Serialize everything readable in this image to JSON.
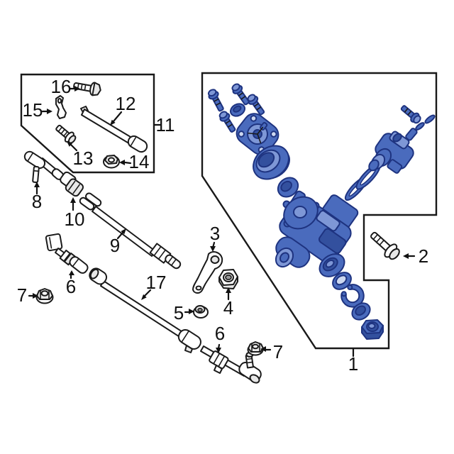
{
  "figure": {
    "type": "exploded-parts-diagram",
    "subject": "steering-gear-and-linkage",
    "background": "#ffffff"
  },
  "colors": {
    "line": "#1a1a1a",
    "part_fill": "#ffffff",
    "highlight_fill": "#4a6bbd",
    "highlight_outline": "#1e3380"
  },
  "boxes": [
    {
      "name": "hardware-kit-box",
      "callout": "11"
    },
    {
      "name": "steering-gear-box",
      "callout": "1"
    }
  ],
  "callouts": [
    {
      "label": "16",
      "part": "flange-bolt"
    },
    {
      "label": "15",
      "part": "bracket"
    },
    {
      "label": "12",
      "part": "rod"
    },
    {
      "label": "13",
      "part": "screw"
    },
    {
      "label": "14",
      "part": "flange-nut"
    },
    {
      "label": "11",
      "part": "hardware-kit-box"
    },
    {
      "label": "8",
      "part": "tie-rod-end"
    },
    {
      "label": "10",
      "part": "clamp"
    },
    {
      "label": "9",
      "part": "tie-rod"
    },
    {
      "label": "17",
      "part": "drag-link"
    },
    {
      "label": "6",
      "part": "adjusting-sleeve"
    },
    {
      "label": "7",
      "part": "flange-nut"
    },
    {
      "label": "3",
      "part": "pitman-arm"
    },
    {
      "label": "4",
      "part": "hex-nut"
    },
    {
      "label": "5",
      "part": "nut"
    },
    {
      "label": "6",
      "part": "tie-rod-end"
    },
    {
      "label": "7",
      "part": "flange-nut"
    },
    {
      "label": "2",
      "part": "bolt"
    },
    {
      "label": "1",
      "part": "steering-gear-assembly"
    }
  ]
}
